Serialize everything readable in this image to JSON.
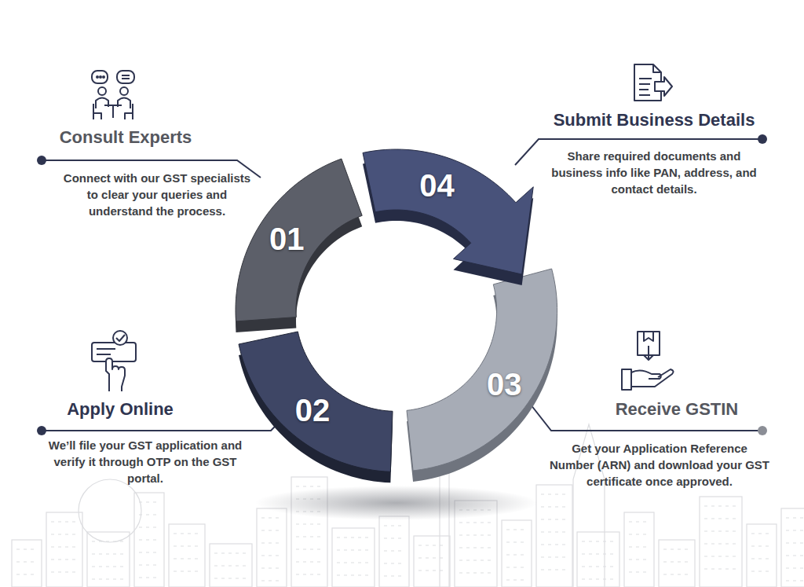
{
  "diagram": {
    "nodes": [
      {
        "text": [
          "01"
        ]
      },
      {
        "text": [
          "02"
        ]
      },
      {
        "text": [
          "03"
        ]
      },
      {
        "text": [
          "04"
        ]
      }
    ],
    "labels": [
      "Consult Experts",
      "Connect with our GST specialists to clear your queries and understand the process.",
      "Submit Business Details",
      "Share required documents and business info like PAN, address, and contact details.",
      "Apply Online",
      "We’ll file your GST application and verify it through OTP on the GST portal.",
      "Receive GSTIN",
      "Get your Application Reference Number (ARN) and download your GST certificate once approved."
    ]
  }
}
